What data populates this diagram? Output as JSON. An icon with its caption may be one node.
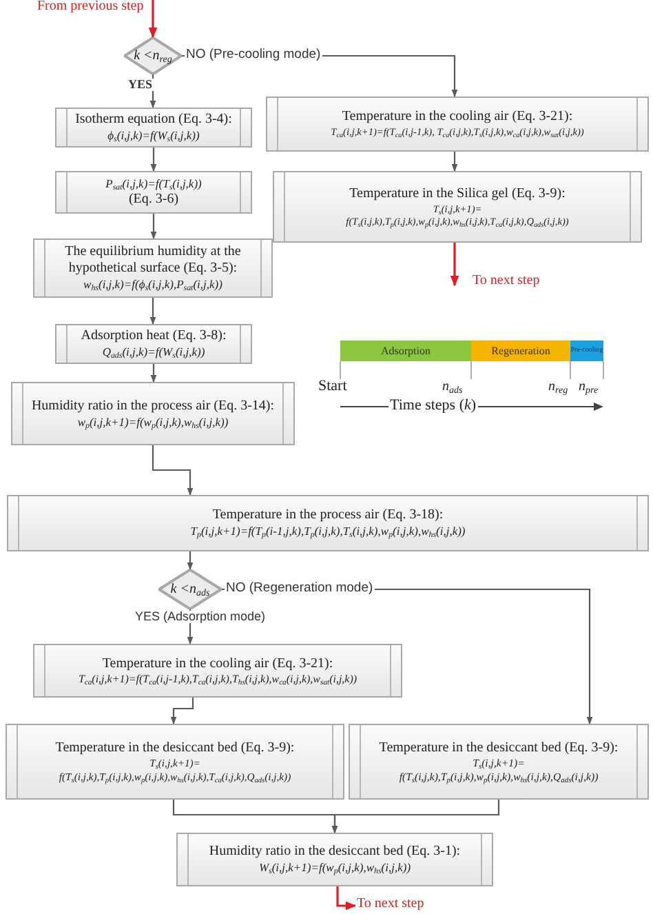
{
  "diagram": {
    "nodes": [
      {
        "text": [
          "k <n$_{reg}$"
        ]
      },
      {
        "text": [
          "Isotherm equation (Eq. 3-4):",
          "ϕ$_{s}$(i,j,k)=f(W$_{s}$(i,j,k))"
        ]
      },
      {
        "text": [
          "P$_{sat}$(i,j,k)=f(T$_{s}$(i,j,k))",
          "(Eq. 3-6)"
        ]
      },
      {
        "text": [
          "The equilibrium humidity at the hypothetical surface (Eq. 3-5):",
          "w$_{hs}$(i,j,k)=f(ϕ$_{s}$(i,j,k),P$_{sat}$(i,j,k))"
        ]
      },
      {
        "text": [
          "Adsorption heat (Eq. 3-8):",
          "Q$_{ads}$(i,j,k)=f(W$_{s}$(i,j,k))"
        ]
      },
      {
        "text": [
          "Humidity ratio in the process air (Eq. 3-14):",
          "w$_{p}$(i,j,k+1)=f(w$_{p}$(i,j,k),w$_{hs}$(i,j,k))"
        ]
      },
      {
        "text": [
          "Temperature in the process air (Eq. 3-18):",
          "T$_{p}$(i,j,k+1)=f(T$_{p}$(i-1,j,k),T$_{p}$(i,j,k),T$_{s}$(i,j,k),w$_{p}$(i,j,k),w$_{hs}$(i,j,k))"
        ]
      },
      {
        "text": [
          "k <n$_{ads}$"
        ]
      },
      {
        "text": [
          "Temperature in the cooling air (Eq. 3-21):",
          "T$_{ca}$(i,j,k+1)=f(T$_{ca}$(i,j-1,k),T$_{ca}$(i,j,k),T$_{hs}$(i,j,k),w$_{ca}$(i,j,k),w$_{sat}$(i,j,k))"
        ]
      },
      {
        "text": [
          "Temperature in the desiccant bed (Eq. 3-9):",
          "T$_{s}$(i,j,k+1)=",
          "f(T$_{s}$(i,j,k),T$_{p}$(i,j,k),w$_{p}$(i,j,k),w$_{hs}$(i,j,k),T$_{ca}$(i,j,k),Q$_{ads}$(i,j,k))"
        ]
      },
      {
        "text": [
          "Temperature in the desiccant bed (Eq. 3-9):",
          "T$_{s}$(i,j,k+1)=",
          "f(T$_{s}$(i,j,k),T$_{p}$(i,j,k),w$_{p}$(i,j,k),w$_{hs}$(i,j,k),Q$_{ads}$(i,j,k))"
        ]
      },
      {
        "text": [
          "Humidity ratio in the desiccant bed (Eq. 3-1):",
          "W$_{s}$(i,j,k+1)=f(w$_{p}$(i,j,k),w$_{hs}$(i,j,k))"
        ]
      },
      {
        "text": [
          "Temperature in the cooling air (Eq. 3-21):",
          "T$_{ca}$(i,j,k+1)=f(T$_{ca}$(i,j-1,k), T$_{ca}$(i,j,k),T$_{s}$(i,j,k),w$_{ca}$(i,j,k),w$_{sat}$(i,j,k))"
        ]
      },
      {
        "text": [
          "Temperature in the Silica gel (Eq. 3-9):",
          "T$_{s}$(i,j,k+1)=",
          "f(T$_{s}$(i,j,k),T$_{p}$(i,j,k),w$_{p}$(i,j,k),w$_{hs}$(i,j,k),T$_{ca}$(i,j,k),Q$_{ads}$(i,j,k))"
        ]
      },
      {
        "text": [
          "Adsorption"
        ],
        "beside": [
          "Start"
        ]
      },
      {
        "text": [
          "Regeneration"
        ],
        "beside": [
          "n$_{ads}$"
        ]
      },
      {
        "text": [
          "Pre-cooling"
        ],
        "beside": [
          "n$_{reg}$",
          "n$_{pre}$"
        ]
      },
      {
        "text": [
          "From previous step"
        ]
      },
      {
        "text": [
          "To next step"
        ]
      },
      {
        "text": [
          "To next step"
        ]
      }
    ],
    "edges": [
      {
        "from": 17,
        "to": 0,
        "arrow": "to",
        "color": "#e31b23"
      },
      {
        "from": 0,
        "to": 1,
        "arrow": "to",
        "label": "YES"
      },
      {
        "from": 0,
        "to": 12,
        "arrow": "to",
        "label": "NO (Pre-cooling mode)"
      },
      {
        "from": 1,
        "to": 2,
        "arrow": "to"
      },
      {
        "from": 2,
        "to": 3,
        "arrow": "to"
      },
      {
        "from": 3,
        "to": 4,
        "arrow": "to"
      },
      {
        "from": 4,
        "to": 5,
        "arrow": "to"
      },
      {
        "from": 5,
        "to": 6,
        "arrow": "to"
      },
      {
        "from": 6,
        "to": 7,
        "arrow": "to"
      },
      {
        "from": 7,
        "to": 8,
        "arrow": "to",
        "label": "YES (Adsorption mode)"
      },
      {
        "from": 7,
        "to": 10,
        "arrow": "to",
        "label": "NO (Regeneration mode)"
      },
      {
        "from": 8,
        "to": 9,
        "arrow": "to"
      },
      {
        "from": 9,
        "to": 11,
        "arrow": "to"
      },
      {
        "from": 10,
        "to": 11,
        "arrow": "to"
      },
      {
        "from": 11,
        "to": 19,
        "arrow": "to",
        "color": "#e31b23"
      },
      {
        "from": 12,
        "to": 13,
        "arrow": "to"
      },
      {
        "from": 13,
        "to": 18,
        "arrow": "to",
        "color": "#e31b23"
      }
    ],
    "labels": [
      "Time steps (*k*)"
    ]
  }
}
